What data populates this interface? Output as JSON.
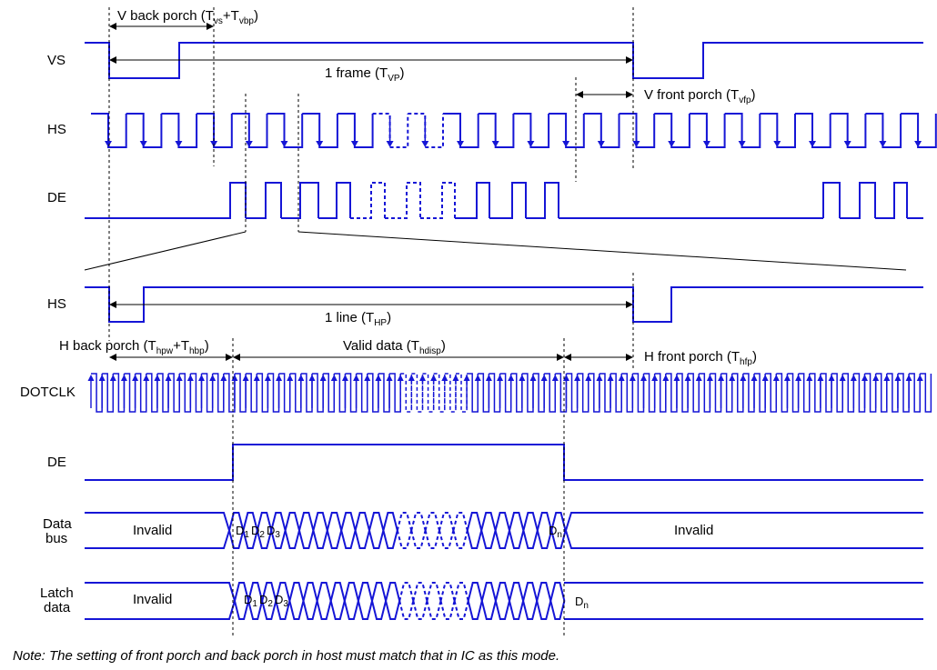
{
  "signals": {
    "vs": "VS",
    "hs_top": "HS",
    "de_top": "DE",
    "hs_bottom": "HS",
    "dotclk": "DOTCLK",
    "de_bottom": "DE",
    "data_bus_line1": "Data",
    "data_bus_line2": "bus",
    "latch_line1": "Latch",
    "latch_line2": "data"
  },
  "annotations": {
    "v_back_porch": {
      "text": "V back porch (T",
      "sub1": "vs",
      "mid": "+T",
      "sub2": "vbp",
      "end": ")"
    },
    "one_frame": {
      "text": "1 frame (T",
      "sub": "VP",
      "end": ")"
    },
    "v_front_porch": {
      "text": "V front porch (T",
      "sub": "vfp",
      "end": ")"
    },
    "one_line": {
      "text": "1 line (T",
      "sub": "HP",
      "end": ")"
    },
    "h_back_porch": {
      "text": "H back porch (T",
      "sub1": "hpw",
      "mid": "+T",
      "sub2": "hbp",
      "end": ")"
    },
    "valid_data": {
      "text": "Valid data (T",
      "sub": "hdisp",
      "end": ")"
    },
    "h_front_porch": {
      "text": "H front porch (T",
      "sub": "hfp",
      "end": ")"
    }
  },
  "bus": {
    "invalid": "Invalid",
    "d": "D",
    "sub1": "1",
    "sub2": "2",
    "sub3": "3",
    "subn": "n"
  },
  "note": "Note: The setting of front porch and back porch in host must match that in IC as this mode.",
  "colors": {
    "signal": "#1515d6",
    "text": "#000000"
  }
}
